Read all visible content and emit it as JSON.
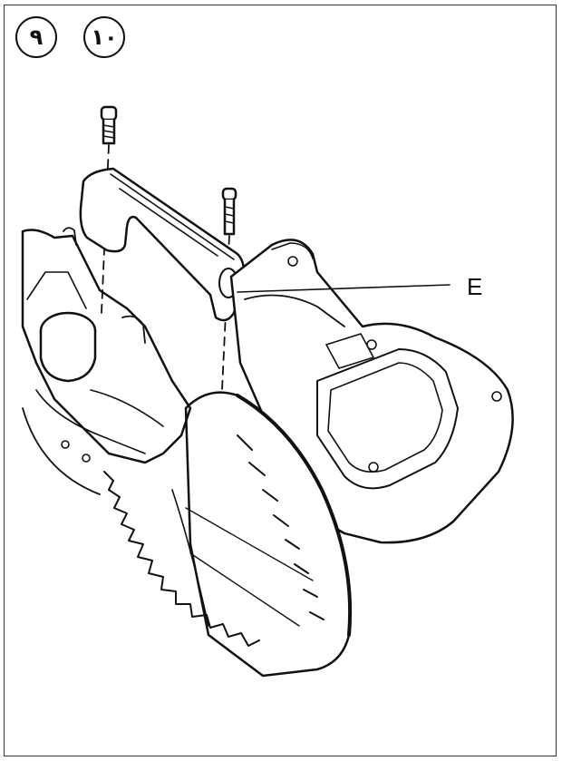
{
  "step_badges": [
    {
      "label": "٩"
    },
    {
      "label": "١٠"
    }
  ],
  "callout": {
    "label": "E"
  },
  "colors": {
    "line": "#111111",
    "background": "#ffffff",
    "frame": "#333333"
  }
}
